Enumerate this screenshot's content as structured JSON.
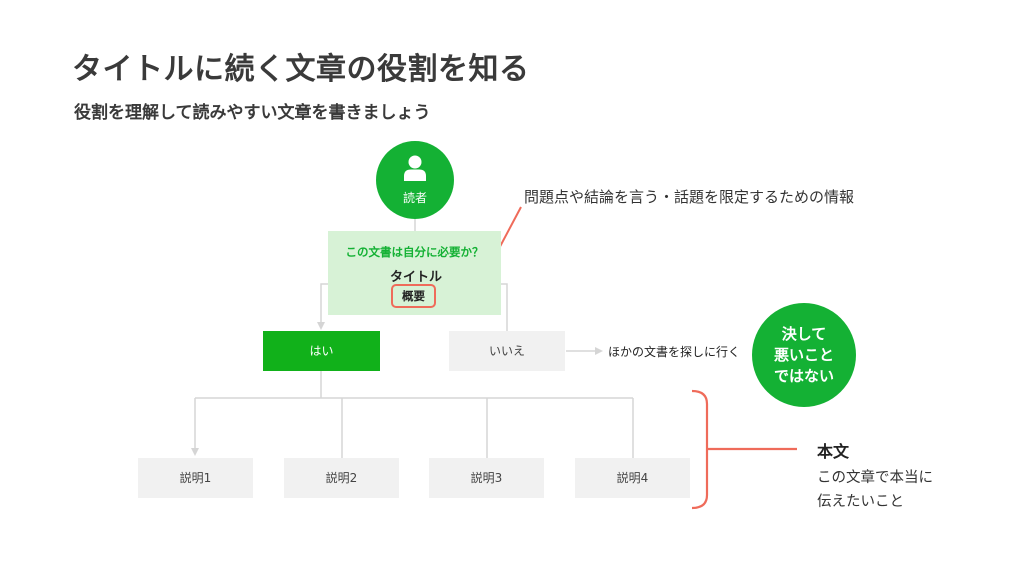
{
  "header": {
    "title": "タイトルに続く文章の役割を知る",
    "subtitle": "役割を理解して読みやすい文章を書きましょう"
  },
  "reader": {
    "label": "読者",
    "icon": "person-icon"
  },
  "info_label": "問題点や結論を言う・話題を限定するための情報",
  "question_box": {
    "question": "この文書は自分に必要か？",
    "title": "タイトル",
    "summary": "概要"
  },
  "choices": {
    "yes": "はい",
    "no": "いいえ"
  },
  "elsewhere": "ほかの文書を探しに行く",
  "badge": "決して\n悪いこと\nではない",
  "explanations": [
    "説明1",
    "説明2",
    "説明3",
    "説明4"
  ],
  "body_note": {
    "title": "本文",
    "description": "この文章で本当に\n伝えたいこと"
  },
  "colors": {
    "green": "#14b134",
    "light_green": "#d7f2d6",
    "accent": "#ef6b5a",
    "gray_box": "#f1f1f1",
    "line": "#d5d5d5"
  }
}
